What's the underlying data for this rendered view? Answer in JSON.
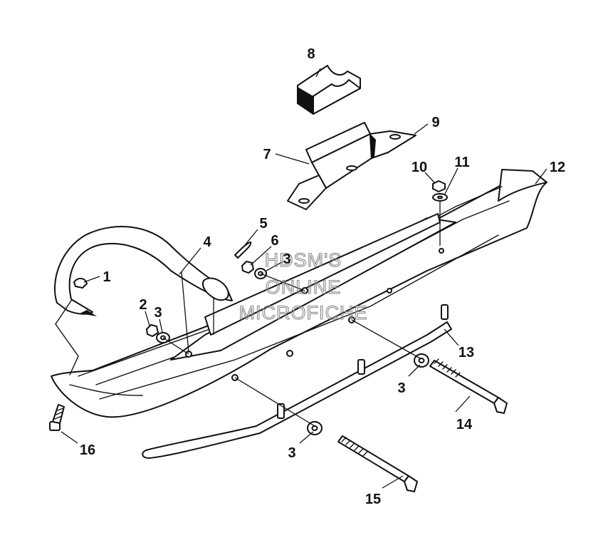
{
  "diagram": {
    "callouts": {
      "c1": "1",
      "c2": "2",
      "c3a": "3",
      "c3b": "3",
      "c3c": "3",
      "c3d": "3",
      "c4": "4",
      "c5": "5",
      "c6": "6",
      "c7": "7",
      "c8": "8",
      "c9": "9",
      "c10": "10",
      "c11": "11",
      "c12": "12",
      "c13": "13",
      "c14": "14",
      "c15": "15",
      "c16": "16"
    },
    "watermark": {
      "line1": "HDSM'S",
      "line2": "ONLINE",
      "line3": "MICROFICHE"
    }
  }
}
